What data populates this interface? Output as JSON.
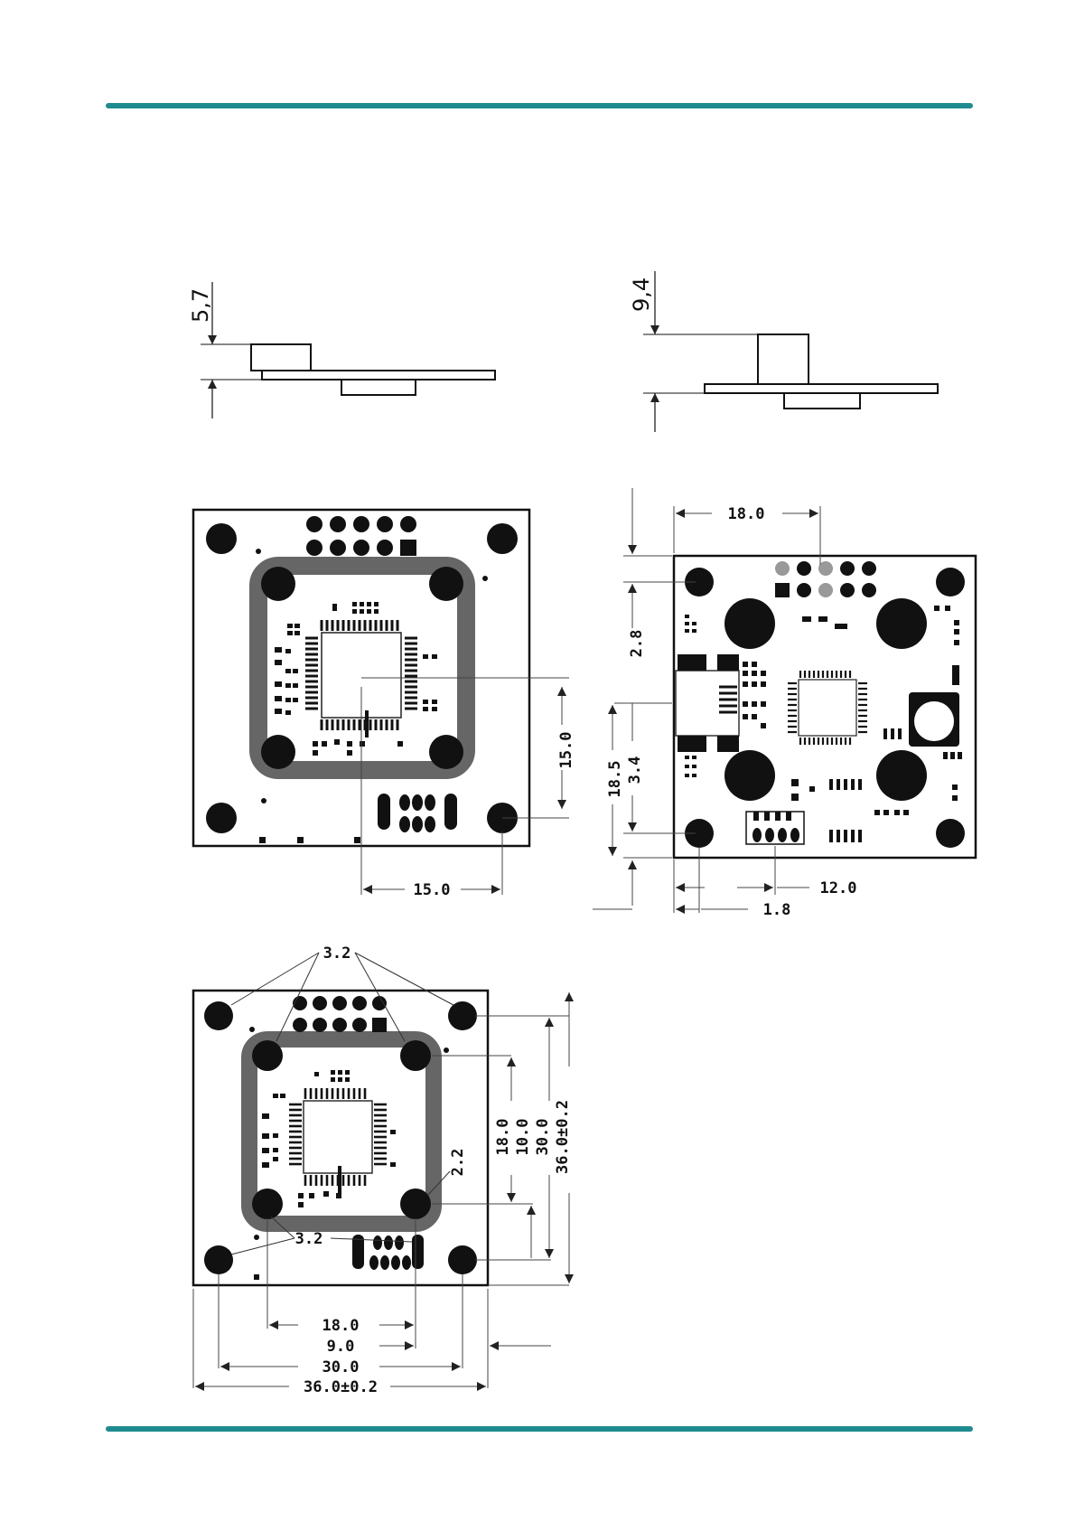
{
  "colors": {
    "rule": "#1f8b8e",
    "ink": "#111111",
    "frame": "#5a5a5a"
  },
  "side_view_left": {
    "height_label": "5,7"
  },
  "side_view_right": {
    "height_label": "9,4"
  },
  "board_top": {
    "dim_x": "15.0",
    "dim_y": "15.0"
  },
  "board_right": {
    "dim_top": "18.0",
    "dim_left_upper": "2.8",
    "dim_left_outer": "18.5",
    "dim_left_inner": "3.4",
    "dim_bottom_right": "12.0",
    "dim_bottom_small": "1.8"
  },
  "board_bottom": {
    "hole_label_top": "3.2",
    "hole_label_bottom": "3.2",
    "frame_width": "2.2",
    "dims_v": [
      "18.0",
      "10.0",
      "30.0",
      "36.0±0.2"
    ],
    "dims_h": [
      "18.0",
      "9.0",
      "30.0",
      "36.0±0.2"
    ]
  }
}
